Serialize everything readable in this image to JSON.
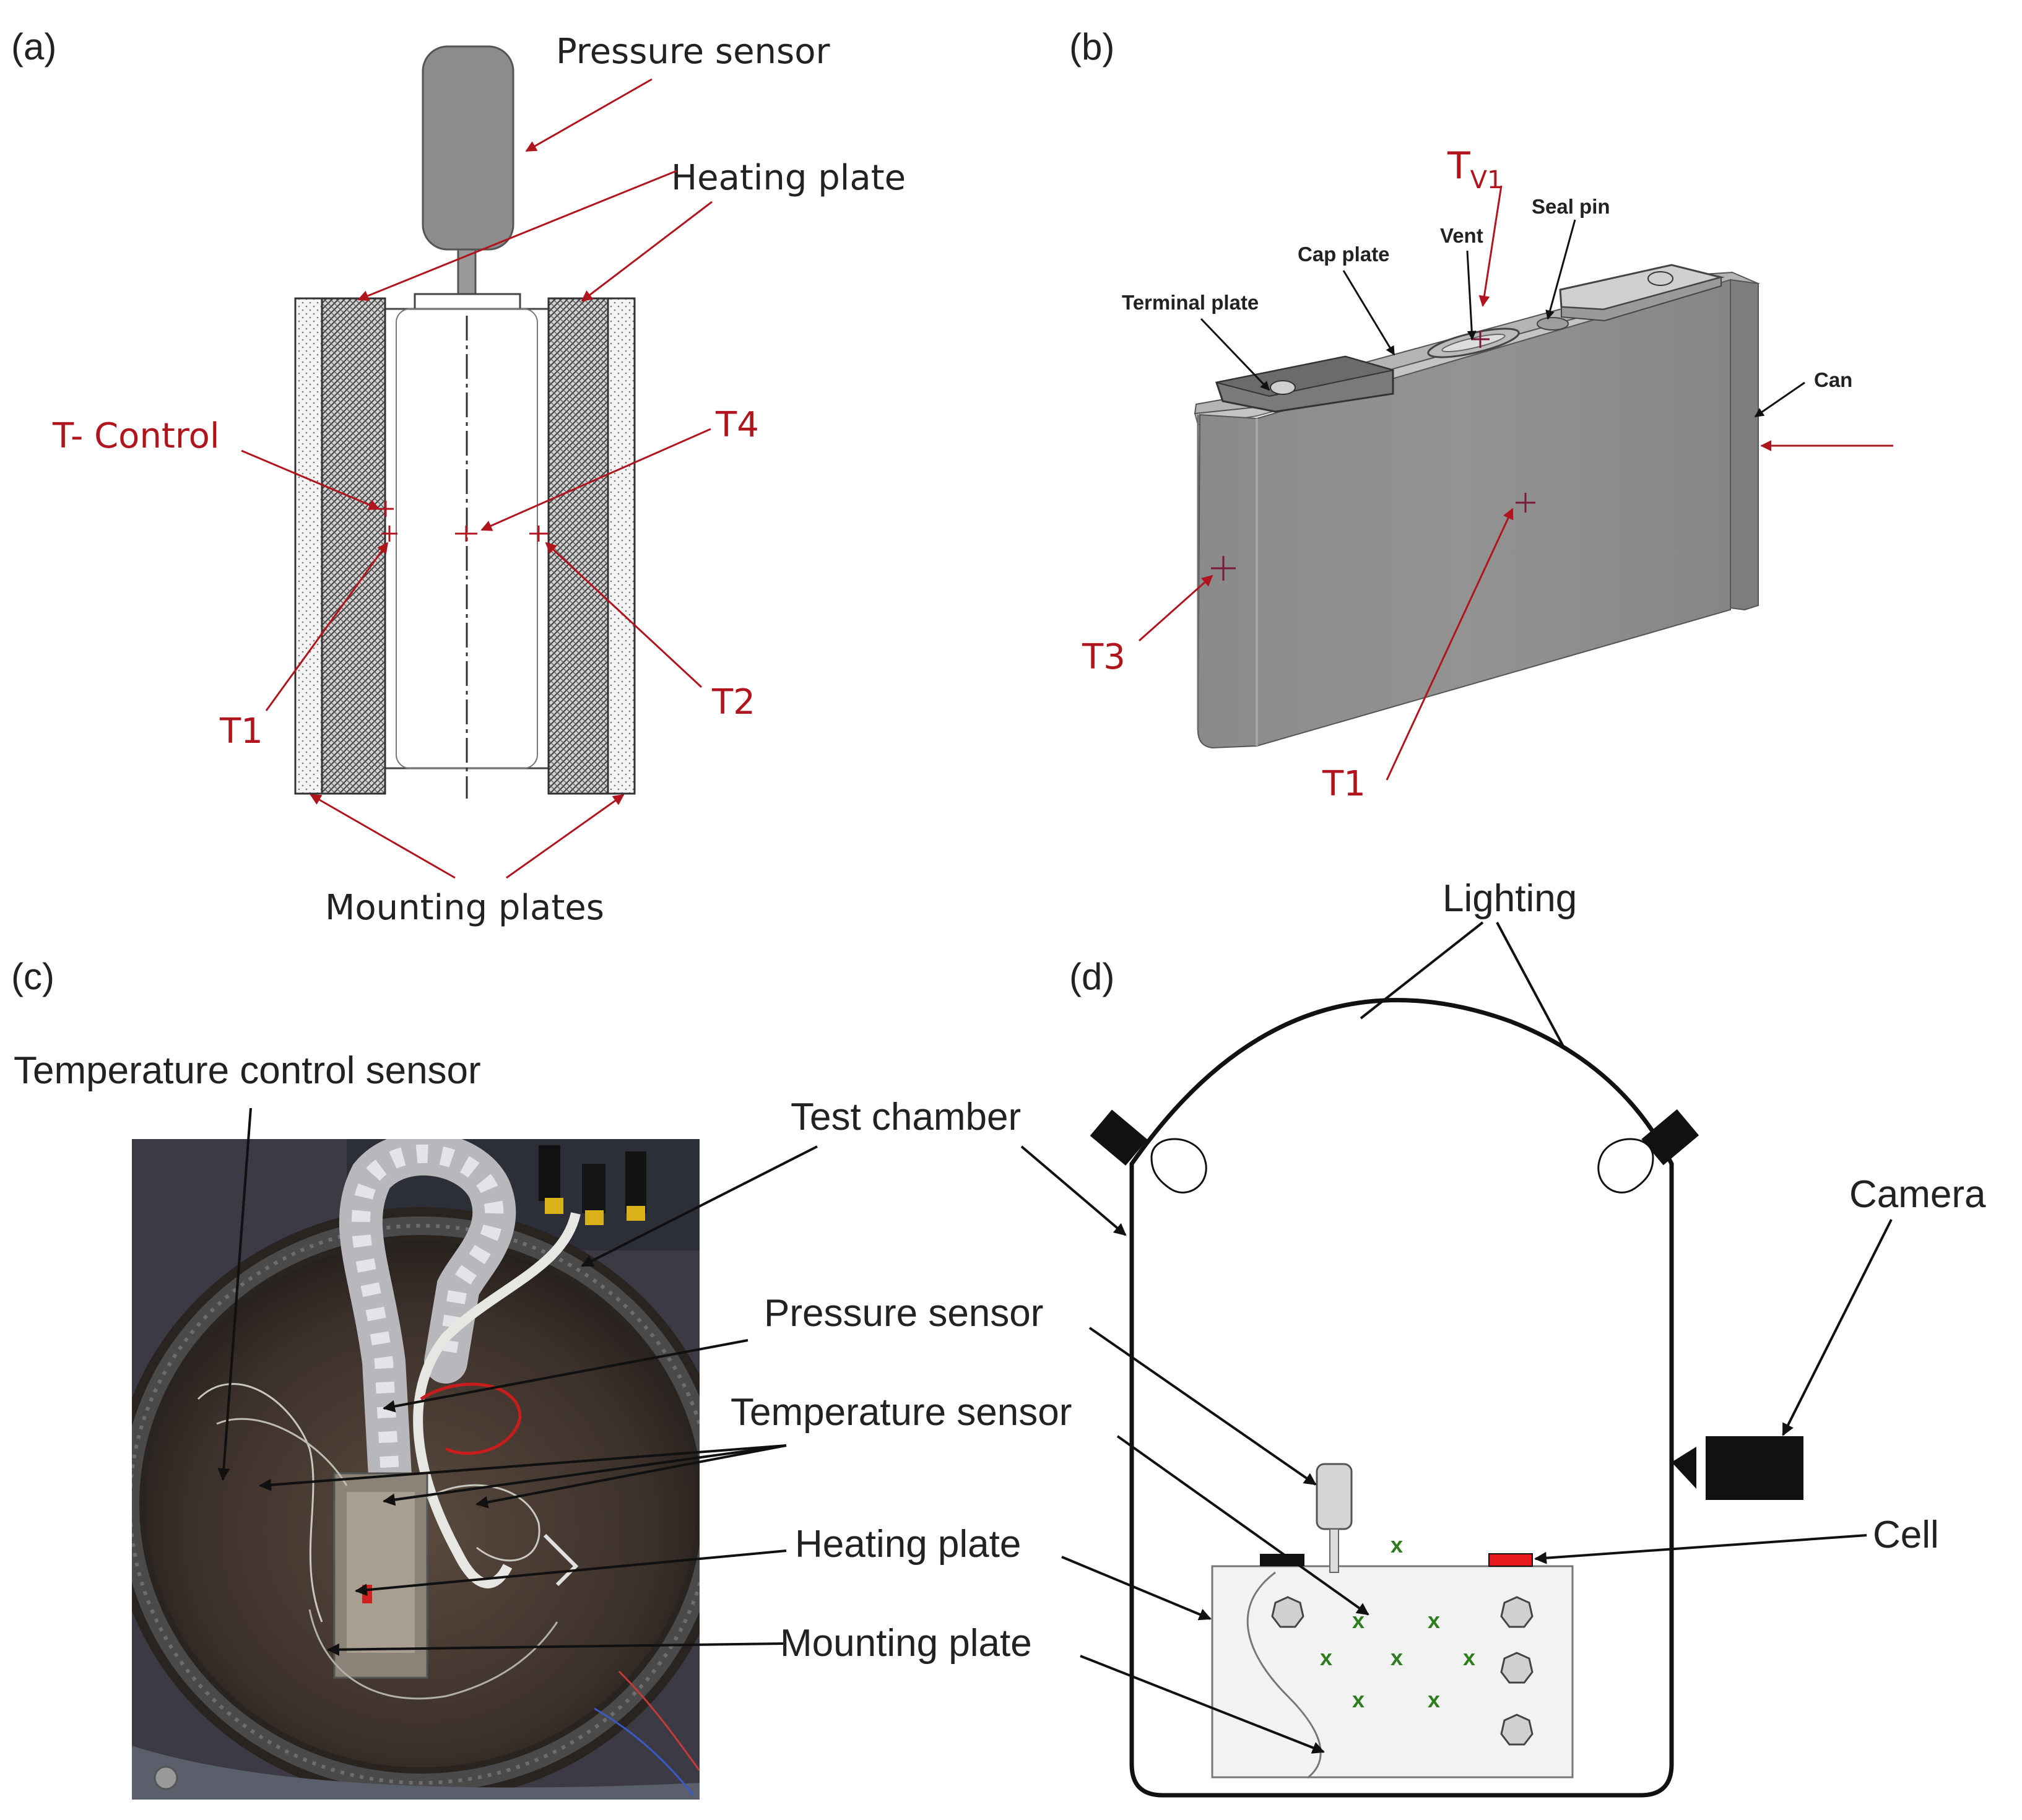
{
  "panels": {
    "a": {
      "tag": "(a)",
      "labels": {
        "pressure_sensor": "Pressure sensor",
        "heating_plate": "Heating plate",
        "t_control": "T- Control",
        "t4": "T4",
        "t1": "T1",
        "t2": "T2",
        "mounting_plates": "Mounting plates"
      }
    },
    "b": {
      "tag": "(b)",
      "labels": {
        "tv1_main": "T",
        "tv1_sub": "V1",
        "seal_pin": "Seal pin",
        "vent": "Vent",
        "cap_plate": "Cap plate",
        "terminal_plate": "Terminal plate",
        "can": "Can",
        "t3": "T3",
        "t1": "T1"
      }
    },
    "c": {
      "tag": "(c)",
      "labels": {
        "temperature_control_sensor": "Temperature control sensor",
        "test_chamber": "Test chamber",
        "pressure_sensor": "Pressure sensor",
        "temperature_sensor": "Temperature sensor",
        "heating_plate": "Heating plate",
        "mounting_plate": "Mounting plate"
      }
    },
    "d": {
      "tag": "(d)",
      "labels": {
        "lighting": "Lighting",
        "camera": "Camera",
        "cell": "Cell"
      },
      "sensor_marker": "x"
    }
  },
  "colors": {
    "red_label": "#b0151d",
    "cell_red": "#e8191c",
    "sensor_green": "#2e7d1e",
    "can_gray": "#8c8c8c",
    "sensor_gray": "#999999"
  }
}
